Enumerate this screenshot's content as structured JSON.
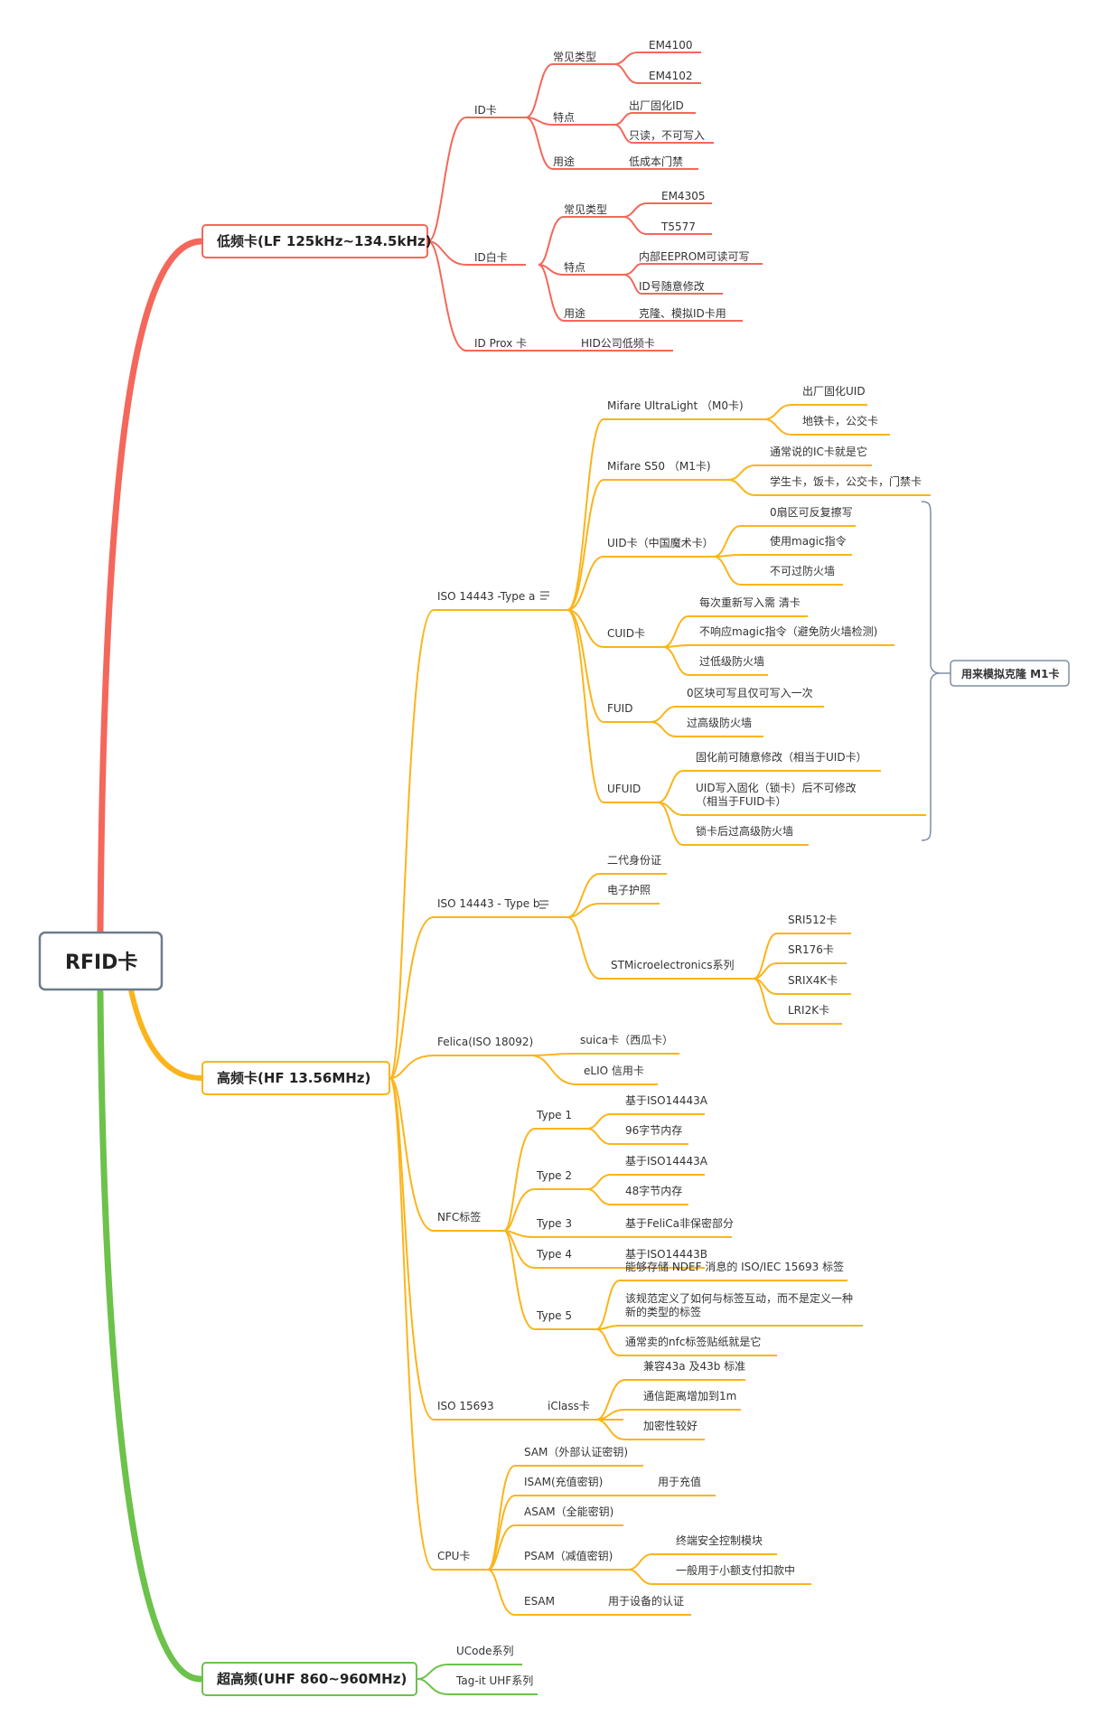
{
  "root": "RFID卡",
  "colors": {
    "lf": "#f4675a",
    "hf": "#fbb41b",
    "uhf": "#6cc24a",
    "note": "#7f8ea3",
    "box_text": "#222222"
  },
  "icons": {
    "note_icon": "notes-icon"
  },
  "lf": {
    "title": "低频卡(LF  125kHz~134.5kHz)",
    "id_card": "ID卡",
    "id_types": "常见类型",
    "em4100": "EM4100",
    "em4102": "EM4102",
    "id_feature": "特点",
    "id_feat1": "出厂固化ID",
    "id_feat2": "只读，不可写入",
    "id_use": "用途",
    "id_use1": "低成本门禁",
    "idw_card": "ID白卡",
    "idw_types": "常见类型",
    "em4305": "EM4305",
    "t5577": "T5577",
    "idw_feature": "特点",
    "idw_feat1": "内部EEPROM可读可写",
    "idw_feat2": "ID号随意修改",
    "idw_use": "用途",
    "idw_use1": "克隆、模拟ID卡用",
    "prox": "ID Prox 卡",
    "prox1": "HID公司低频卡"
  },
  "hf": {
    "title": "高频卡(HF     13.56MHz)",
    "typea": "ISO 14443 -Type a",
    "ul": "Mifare UltraLight  （M0卡)",
    "ul1": "出厂固化UID",
    "ul2": "地铁卡，公交卡",
    "s50": "Mifare S50  （M1卡)",
    "s50_1": "通常说的IC卡就是它",
    "s50_2": "学生卡，饭卡，公交卡，门禁卡",
    "uid": "UID卡（中国魔术卡）",
    "uid1": "0扇区可反复擦写",
    "uid2": "使用magic指令",
    "uid3": "不可过防火墙",
    "cuid": "CUID卡",
    "cuid1": "每次重新写入需 清卡",
    "cuid2": "不响应magic指令（避免防火墙检测)",
    "cuid3": "过低级防火墙",
    "fuid": "FUID",
    "fuid1": "0区块可写且仅可写入一次",
    "fuid2": "过高级防火墙",
    "ufuid": "UFUID",
    "ufuid1": "固化前可随意修改（相当于UID卡）",
    "ufuid2a": "UID写入固化（锁卡）后不可修改",
    "ufuid2b": "（相当于FUID卡）",
    "ufuid3": "锁卡后过高级防火墙",
    "clone_note": "用来模拟克隆 M1卡",
    "typeb": "ISO 14443 - Type b",
    "tb1": "二代身份证",
    "tb2": "电子护照",
    "stm": "STMicroelectronics系列",
    "sri512": "SRI512卡",
    "sr176": "SR176卡",
    "srix4k": "SRIX4K卡",
    "lri2k": "LRI2K卡",
    "felica": "Felica(ISO 18092)",
    "suica": "suica卡（西瓜卡）",
    "elio": "eLIO 信用卡",
    "nfc": "NFC标签",
    "t1": "Type 1",
    "t1a": "基于ISO14443A",
    "t1b": "96字节内存",
    "t2": "Type 2",
    "t2a": "基于ISO14443A",
    "t2b": "48字节内存",
    "t3": "Type 3",
    "t3a": "基于FeliCa非保密部分",
    "t4": "Type 4",
    "t4a": "基于ISO14443B",
    "t5": "Type 5",
    "t5a": "能够存储 NDEF 消息的 ISO/IEC 15693 标签",
    "t5b1": "该规范定义了如何与标签互动，而不是定义一种",
    "t5b2": "新的类型的标签",
    "t5c": "通常卖的nfc标签贴纸就是它",
    "iso15693": "ISO  15693",
    "iclass": "iClass卡",
    "ic1": "兼容43a 及43b 标准",
    "ic2": "通信距离增加到1m",
    "ic3": "加密性较好",
    "cpu": "CPU卡",
    "sam": "SAM（外部认证密钥)",
    "isam": "ISAM(充值密钥)",
    "isam1": "用于充值",
    "asam": "ASAM（全能密钥)",
    "psam": "PSAM（减值密钥)",
    "psam1": "终端安全控制模块",
    "psam2": "一般用于小额支付扣款中",
    "esam": "ESAM",
    "esam1": "用于设备的认证"
  },
  "uhf": {
    "title": "超高频(UHF  860~960MHz)",
    "ucode": "UCode系列",
    "tagit": "Tag-it UHF系列"
  }
}
